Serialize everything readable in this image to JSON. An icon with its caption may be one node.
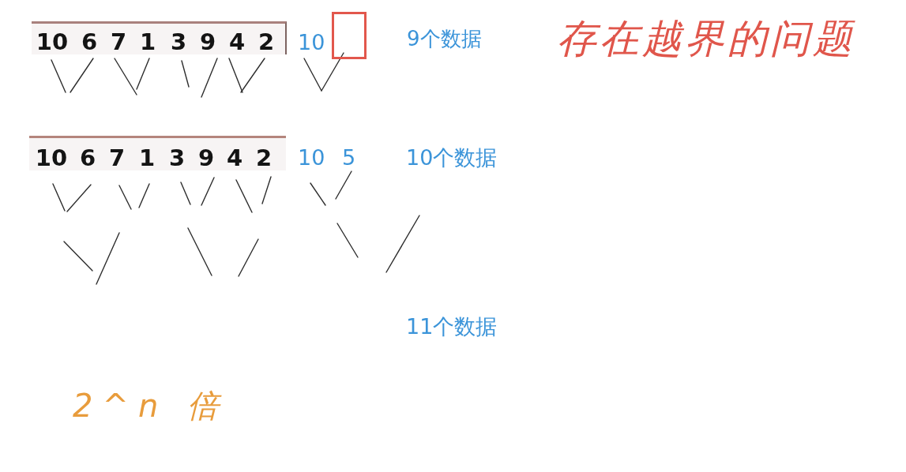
{
  "diagram": {
    "nodes": [
      {
        "text": [
          "10",
          "6",
          "7",
          "1",
          "3",
          "9",
          "4",
          "2"
        ]
      },
      {
        "text": [],
        "shape": "box"
      },
      {
        "text": [
          "10",
          "6",
          "7",
          "1",
          "3",
          "9",
          "4",
          "2"
        ]
      }
    ],
    "labels": [
      "10",
      "9个数据",
      "存在越界的问题",
      "10",
      "5",
      "10个数据",
      "11个数据",
      "2^n 倍"
    ]
  }
}
